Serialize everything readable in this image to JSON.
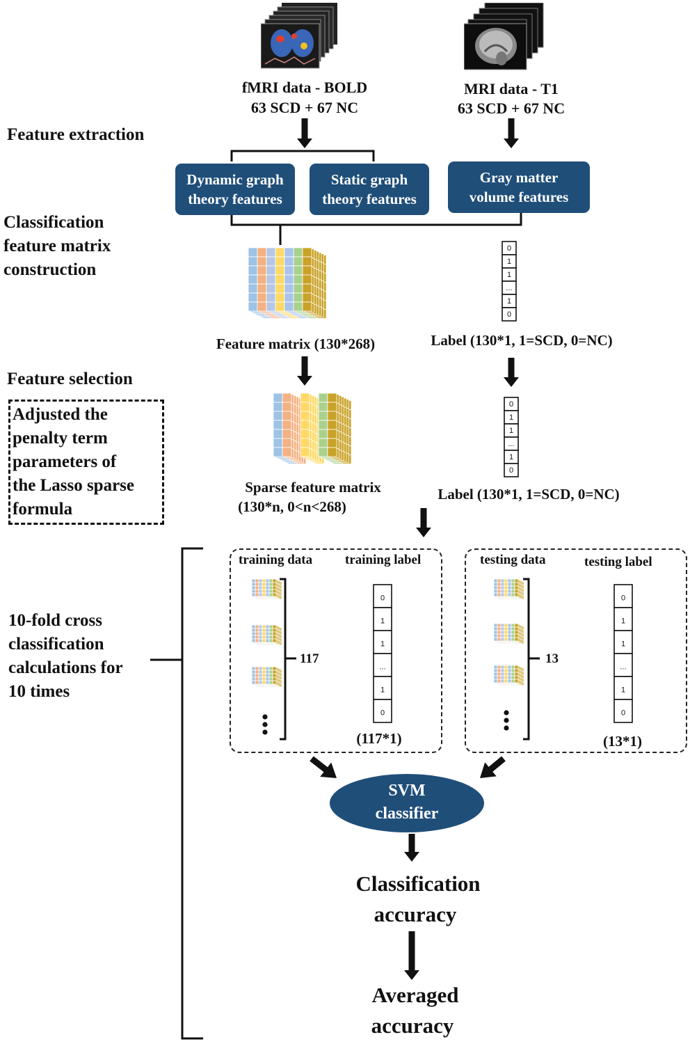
{
  "inputs": {
    "fmri_title": "fMRI data - BOLD",
    "fmri_count": "63 SCD + 67 NC",
    "mri_title": "MRI data - T1",
    "mri_count": "63 SCD + 67 NC"
  },
  "stages": {
    "feature_extraction": "Feature extraction",
    "classification_matrix": [
      "Classification",
      "feature matrix",
      "construction"
    ],
    "feature_selection": "Feature selection",
    "lasso_note": [
      "Adjusted the",
      "penalty term",
      "parameters of",
      "the Lasso sparse",
      "formula"
    ],
    "cross_validation": [
      "10-fold cross",
      "classification",
      "calculations for",
      "10 times"
    ]
  },
  "features": {
    "dynamic": "Dynamic graph\ntheory features",
    "static": "Static  graph\ntheory features",
    "gray": "Gray matter\nvolume features"
  },
  "matrices": {
    "feature_matrix": "Feature matrix (130*268)",
    "label_1": "Label (130*1, 1=SCD, 0=NC)",
    "sparse_line1": "Sparse feature matrix",
    "sparse_line2": "(130*n, 0<n<268)",
    "label_2": "Label (130*1, 1=SCD, 0=NC)",
    "label_values": [
      "0",
      "1",
      "1",
      "...",
      "1",
      "0"
    ]
  },
  "cv": {
    "training_data": "training data",
    "training_label": "training label",
    "training_count": "117",
    "training_label_size": "(117*1)",
    "testing_data": "testing data",
    "testing_label": "testing label",
    "testing_count": "13",
    "testing_label_size": "(13*1)"
  },
  "classifier": {
    "line1": "SVM",
    "line2": "classifier"
  },
  "outputs": {
    "accuracy": [
      "Classification",
      "accuracy"
    ],
    "averaged": [
      "Averaged",
      "accuracy"
    ]
  },
  "colors": {
    "box_fill": "#1f4e79",
    "matrix_columns": [
      "#9dc3e6",
      "#f4b183",
      "#b4c7e7",
      "#ffd966",
      "#a9c4eb",
      "#a9d18e",
      "#c9a227"
    ]
  }
}
